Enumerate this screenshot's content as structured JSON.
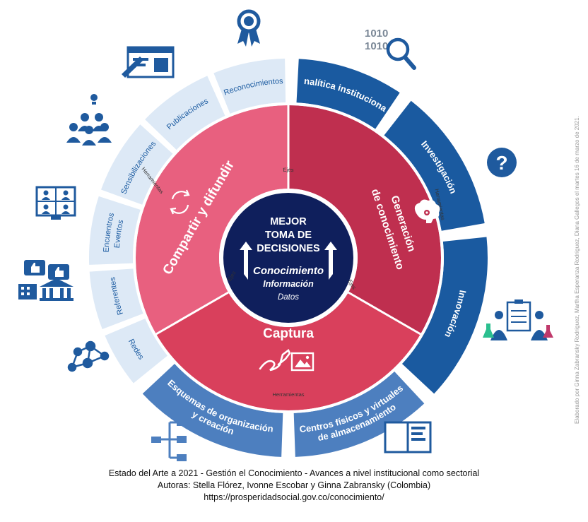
{
  "center": {
    "title_lines": [
      "MEJOR",
      "TOMA DE",
      "DECISIONES"
    ],
    "pyramid": [
      "Conocimiento",
      "Información",
      "Datos"
    ]
  },
  "sectors": [
    {
      "label": "Compartir y difundir",
      "color": "#e8607f"
    },
    {
      "label_lines": [
        "Generación",
        "de conocimiento"
      ],
      "color": "#bf2f4f"
    },
    {
      "label": "Captura",
      "color": "#d9405c"
    }
  ],
  "small_labels": {
    "ejes": "Ejes",
    "herramientas": "Herramientas"
  },
  "outer_left": [
    {
      "lines": [
        "Reconocimientos"
      ]
    },
    {
      "lines": [
        "Publicaciones"
      ]
    },
    {
      "lines": [
        "Sensibilizaciones"
      ]
    },
    {
      "lines": [
        "Encuentros",
        "Eventos"
      ]
    },
    {
      "lines": [
        "Referentes"
      ]
    },
    {
      "lines": [
        "Redes"
      ]
    }
  ],
  "outer_right": [
    {
      "lines": [
        "Analítica institucional"
      ]
    },
    {
      "lines": [
        "Investigación"
      ]
    },
    {
      "lines": [
        "Innovación"
      ]
    }
  ],
  "outer_bottom": [
    {
      "lines": [
        "Esquemas de organización",
        "y creación"
      ]
    },
    {
      "lines": [
        "Centros físicos y virtuales",
        "de almacenamiento"
      ]
    }
  ],
  "colors": {
    "light_band": "#dde9f6",
    "dark_blue": "#1a5aa0",
    "mid_blue": "#4d7fbf",
    "navy_center": "#0f1f5c",
    "icon_blue": "#1f5a9e"
  },
  "icons": [
    "award-ribbon-icon",
    "binary-search-icon",
    "publication-icon",
    "audience-idea-icon",
    "video-meeting-icon",
    "likes-institution-icon",
    "network-icon",
    "hierarchy-icon",
    "open-book-icon",
    "question-icon",
    "lab-team-icon",
    "refresh-icon",
    "brain-gear-icon",
    "pen-image-icon"
  ],
  "caption": {
    "line1": "Estado del Arte a 2021 - Gestión el Conocimiento - Avances a nivel institucional como sectorial",
    "line2": "Autoras: Stella Flórez, Ivonne Escobar y Ginna Zabransky (Colombia)",
    "line3": "https://prosperidadsocial.gov.co/conocimiento/"
  },
  "credit": "Elaborado por Ginna Zabransky Rodríguez, Martha Esperanza Rodríguez, Diana Gallegos el martes 16 de marzo de 2021."
}
